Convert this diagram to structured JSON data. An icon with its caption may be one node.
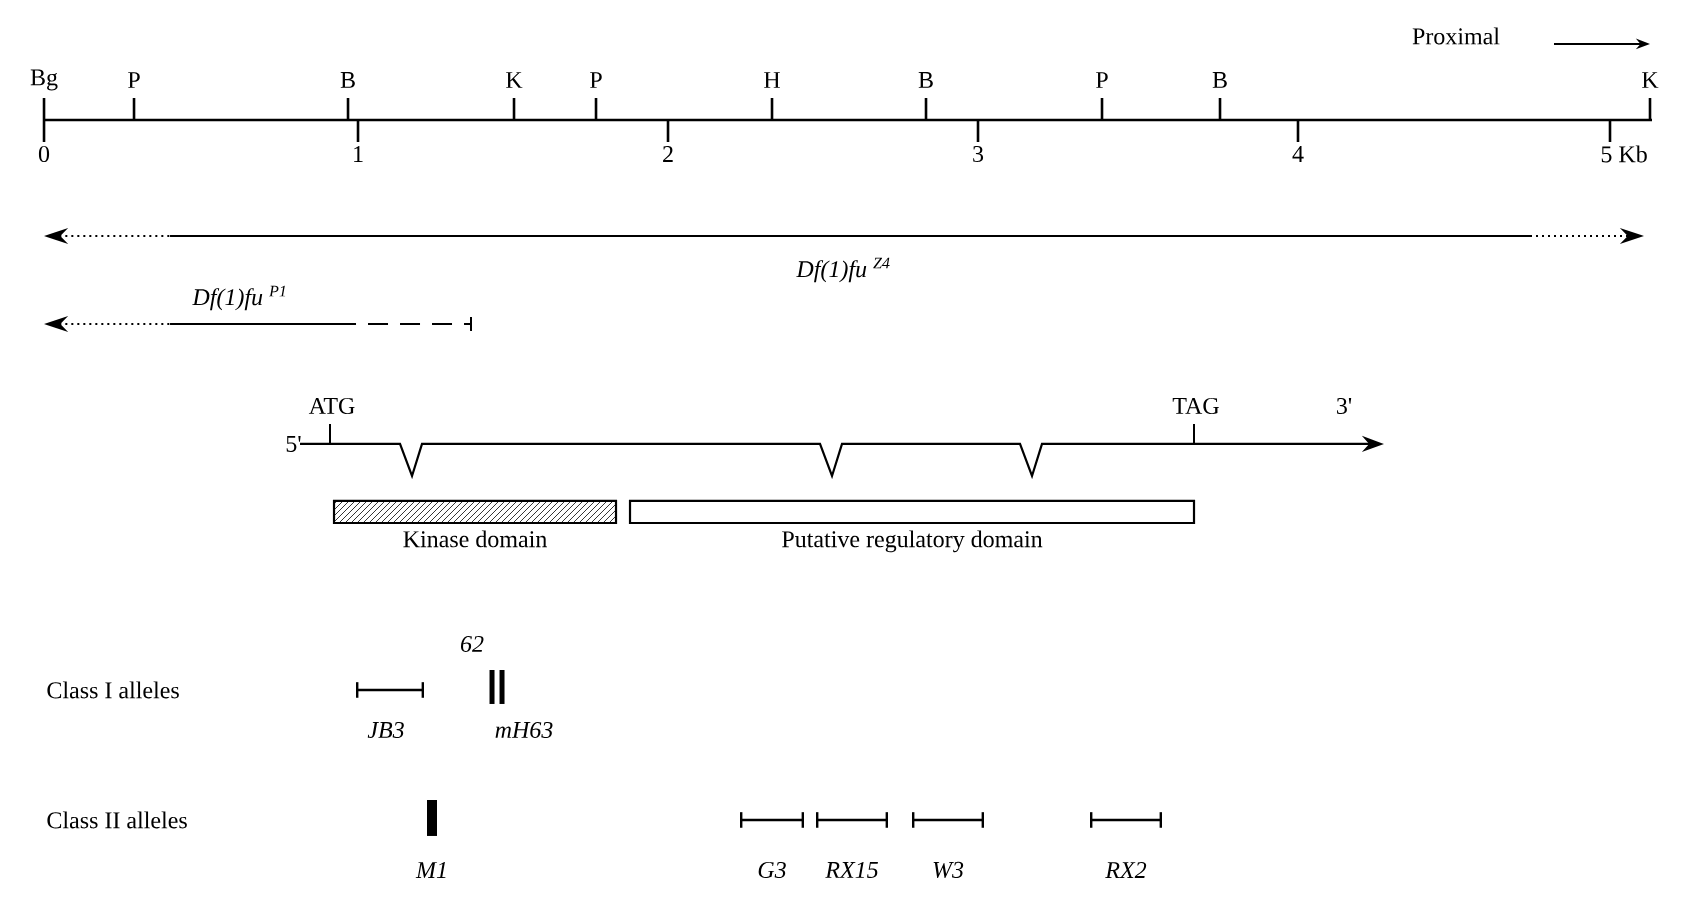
{
  "diagram": {
    "nodes": [
      {
        "text": [
          "Kinase domain"
        ]
      },
      {
        "text": [
          "Putative regulatory domain"
        ]
      }
    ],
    "labels": [
      "Proximal",
      "Bg",
      "P",
      "B",
      "K",
      "P",
      "H",
      "B",
      "P",
      "B",
      "K",
      "0",
      "1",
      "2",
      "3",
      "4",
      "5 Kb",
      "Df(1)fu $^{P1}$",
      "Df(1)fu $^{Z4}$",
      "ATG",
      "TAG",
      "5'",
      "3'",
      "Class I alleles",
      "62",
      "JB3",
      "mH63",
      "Class II alleles",
      "M1",
      "G3",
      "RX15",
      "W3",
      "RX2"
    ]
  }
}
